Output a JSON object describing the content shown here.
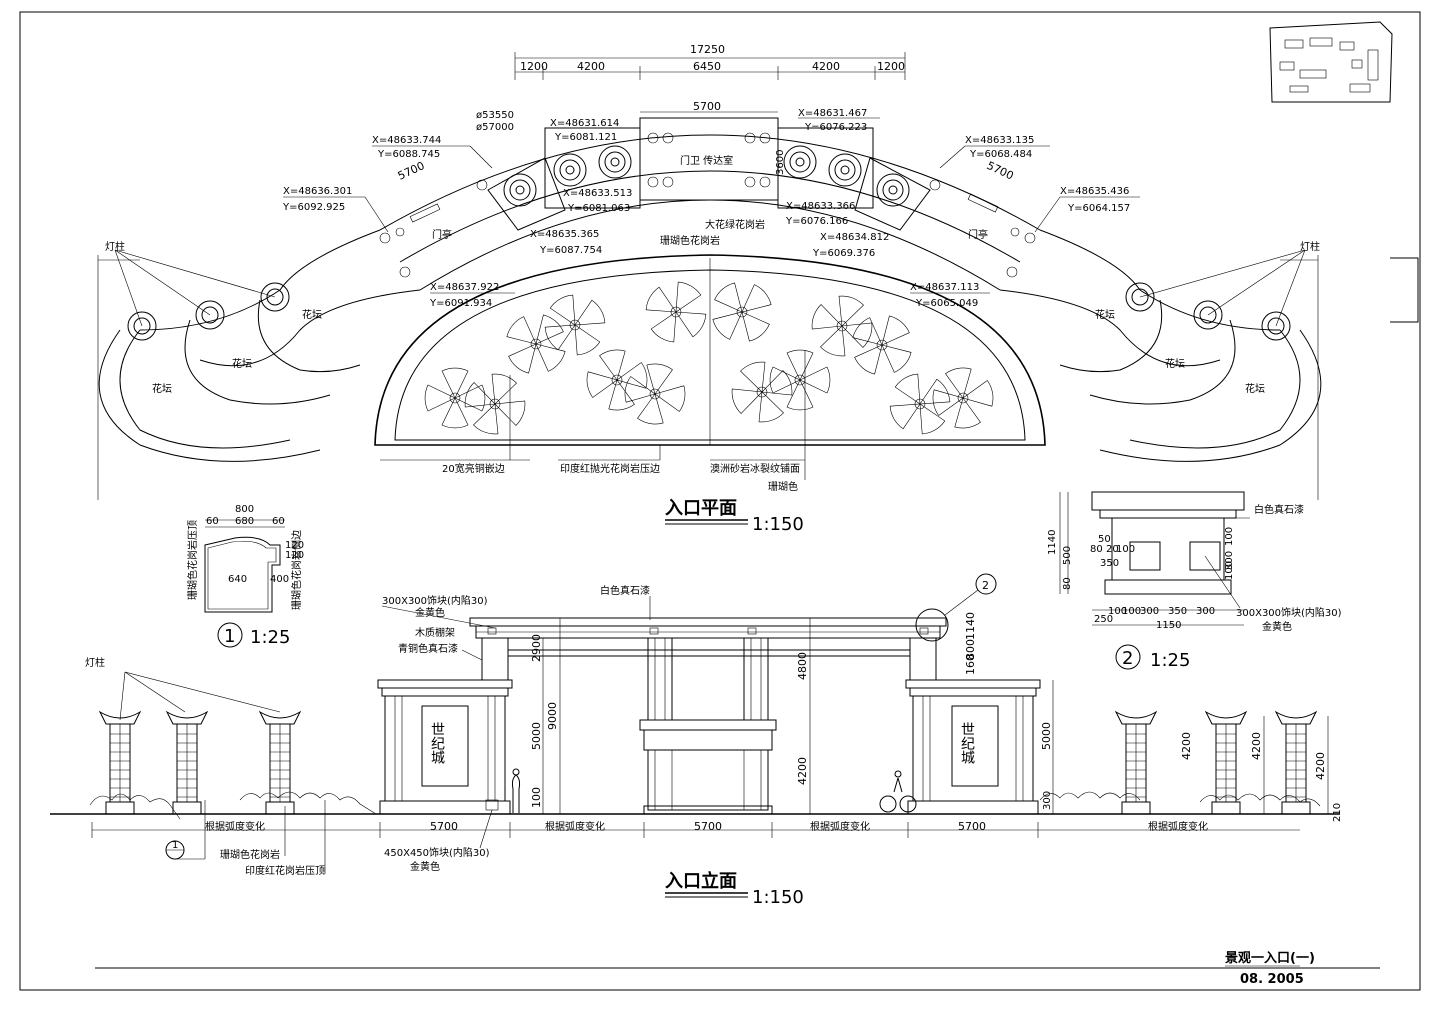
{
  "plan": {
    "title": "入口平面",
    "scale": "1:150",
    "dims": {
      "total": "17250",
      "segments": [
        "1200",
        "4200",
        "6450",
        "4200",
        "1200"
      ],
      "gate": "5700",
      "gate_depth": "3600",
      "left_arc": "5700",
      "right_arc": "5700",
      "r1": "ø53550",
      "r2": "ø57000"
    },
    "coords": [
      {
        "x": "X=48633.744",
        "y": "Y=6088.745"
      },
      {
        "x": "X=48631.614",
        "y": "Y=6081.121"
      },
      {
        "x": "X=48631.467",
        "y": "Y=6076.223"
      },
      {
        "x": "X=48633.135",
        "y": "Y=6068.484"
      },
      {
        "x": "X=48636.301",
        "y": "Y=6092.925"
      },
      {
        "x": "X=48633.513",
        "y": "Y=6081.063"
      },
      {
        "x": "X=48633.366",
        "y": "Y=6076.166"
      },
      {
        "x": "X=48635.436",
        "y": "Y=6064.157"
      },
      {
        "x": "X=48635.365",
        "y": "Y=6087.754"
      },
      {
        "x": "X=48634.812",
        "y": "Y=6069.376"
      },
      {
        "x": "X=48637.922",
        "y": "Y=6091.934"
      },
      {
        "x": "X=48637.113",
        "y": "Y=6065.049"
      }
    ],
    "labels": {
      "lamp_left": "灯柱",
      "lamp_right": "灯柱",
      "guard": "门卫  传达室",
      "pavilion_left": "门亭",
      "pavilion_right": "门亭",
      "flowerbed": "花坛",
      "granite_big": "大花绿花岗岩",
      "coral_granite": "珊瑚色花岗岩",
      "brass_edge": "20宽亮铜嵌边",
      "indian_red": "印度红抛光花岗岩压边",
      "sandstone": "澳洲砂岩冰裂纹铺面",
      "coral_color": "珊瑚色"
    }
  },
  "elevation": {
    "title": "入口立面",
    "scale": "1:150",
    "dims": {
      "h_total": "9000",
      "h_lower": "5000",
      "h_base": "100",
      "h_top": "2900",
      "h_right_top": "4800",
      "h_right_low": "4200",
      "h_1140": "1140",
      "h_800": "800",
      "h_160": "160",
      "h_wall": "5000",
      "h_300": "300",
      "lamp_h": "4200",
      "ground": "210",
      "spans": [
        "5700",
        "5700",
        "5700"
      ],
      "vary": "根据弧度变化"
    },
    "labels": {
      "lamp": "灯柱",
      "tile_top": "300X300饰块(内陷30)",
      "gold_top": "金黄色",
      "wood_frame": "木质棚架",
      "bronze_paint": "青铜色真石漆",
      "white_paint": "白色真石漆",
      "tile_bottom": "450X450饰块(内陷30)",
      "gold_bottom": "金黄色",
      "coral_granite": "珊瑚色花岗岩",
      "indian_cap": "印度红花岗岩压顶",
      "sign_left": "世纪城",
      "sign_right": "世纪城",
      "section_mark": "1",
      "detail_mark": "2"
    }
  },
  "detail1": {
    "title_num": "1",
    "scale": "1:25",
    "dims": {
      "w": "800",
      "w_inner": "680",
      "d1": "60",
      "d2": "60",
      "inner": "640",
      "h1": "400",
      "h2": "120",
      "h3": "120"
    },
    "side_left": "珊瑚色花岗岩压顶",
    "side_right": "珊瑚色花岗岩侧边"
  },
  "detail2": {
    "title_num": "2",
    "scale": "1:25",
    "label_top": "白色真石漆",
    "label_tile": "300X300饰块(内陷30)",
    "label_gold": "金黄色",
    "dims": {
      "h1140": "1140",
      "h500": "500",
      "h80": "80",
      "v50": "50",
      "v80": "80",
      "v20": "20",
      "v100": "100",
      "w350": "350",
      "bottom": [
        "250",
        "100",
        "100",
        "300",
        "350",
        "300"
      ],
      "total": "1150",
      "right_dims": [
        "100",
        "300",
        "100"
      ]
    }
  },
  "title_block": {
    "title": "景观一入口(一)",
    "date": "08. 2005"
  }
}
